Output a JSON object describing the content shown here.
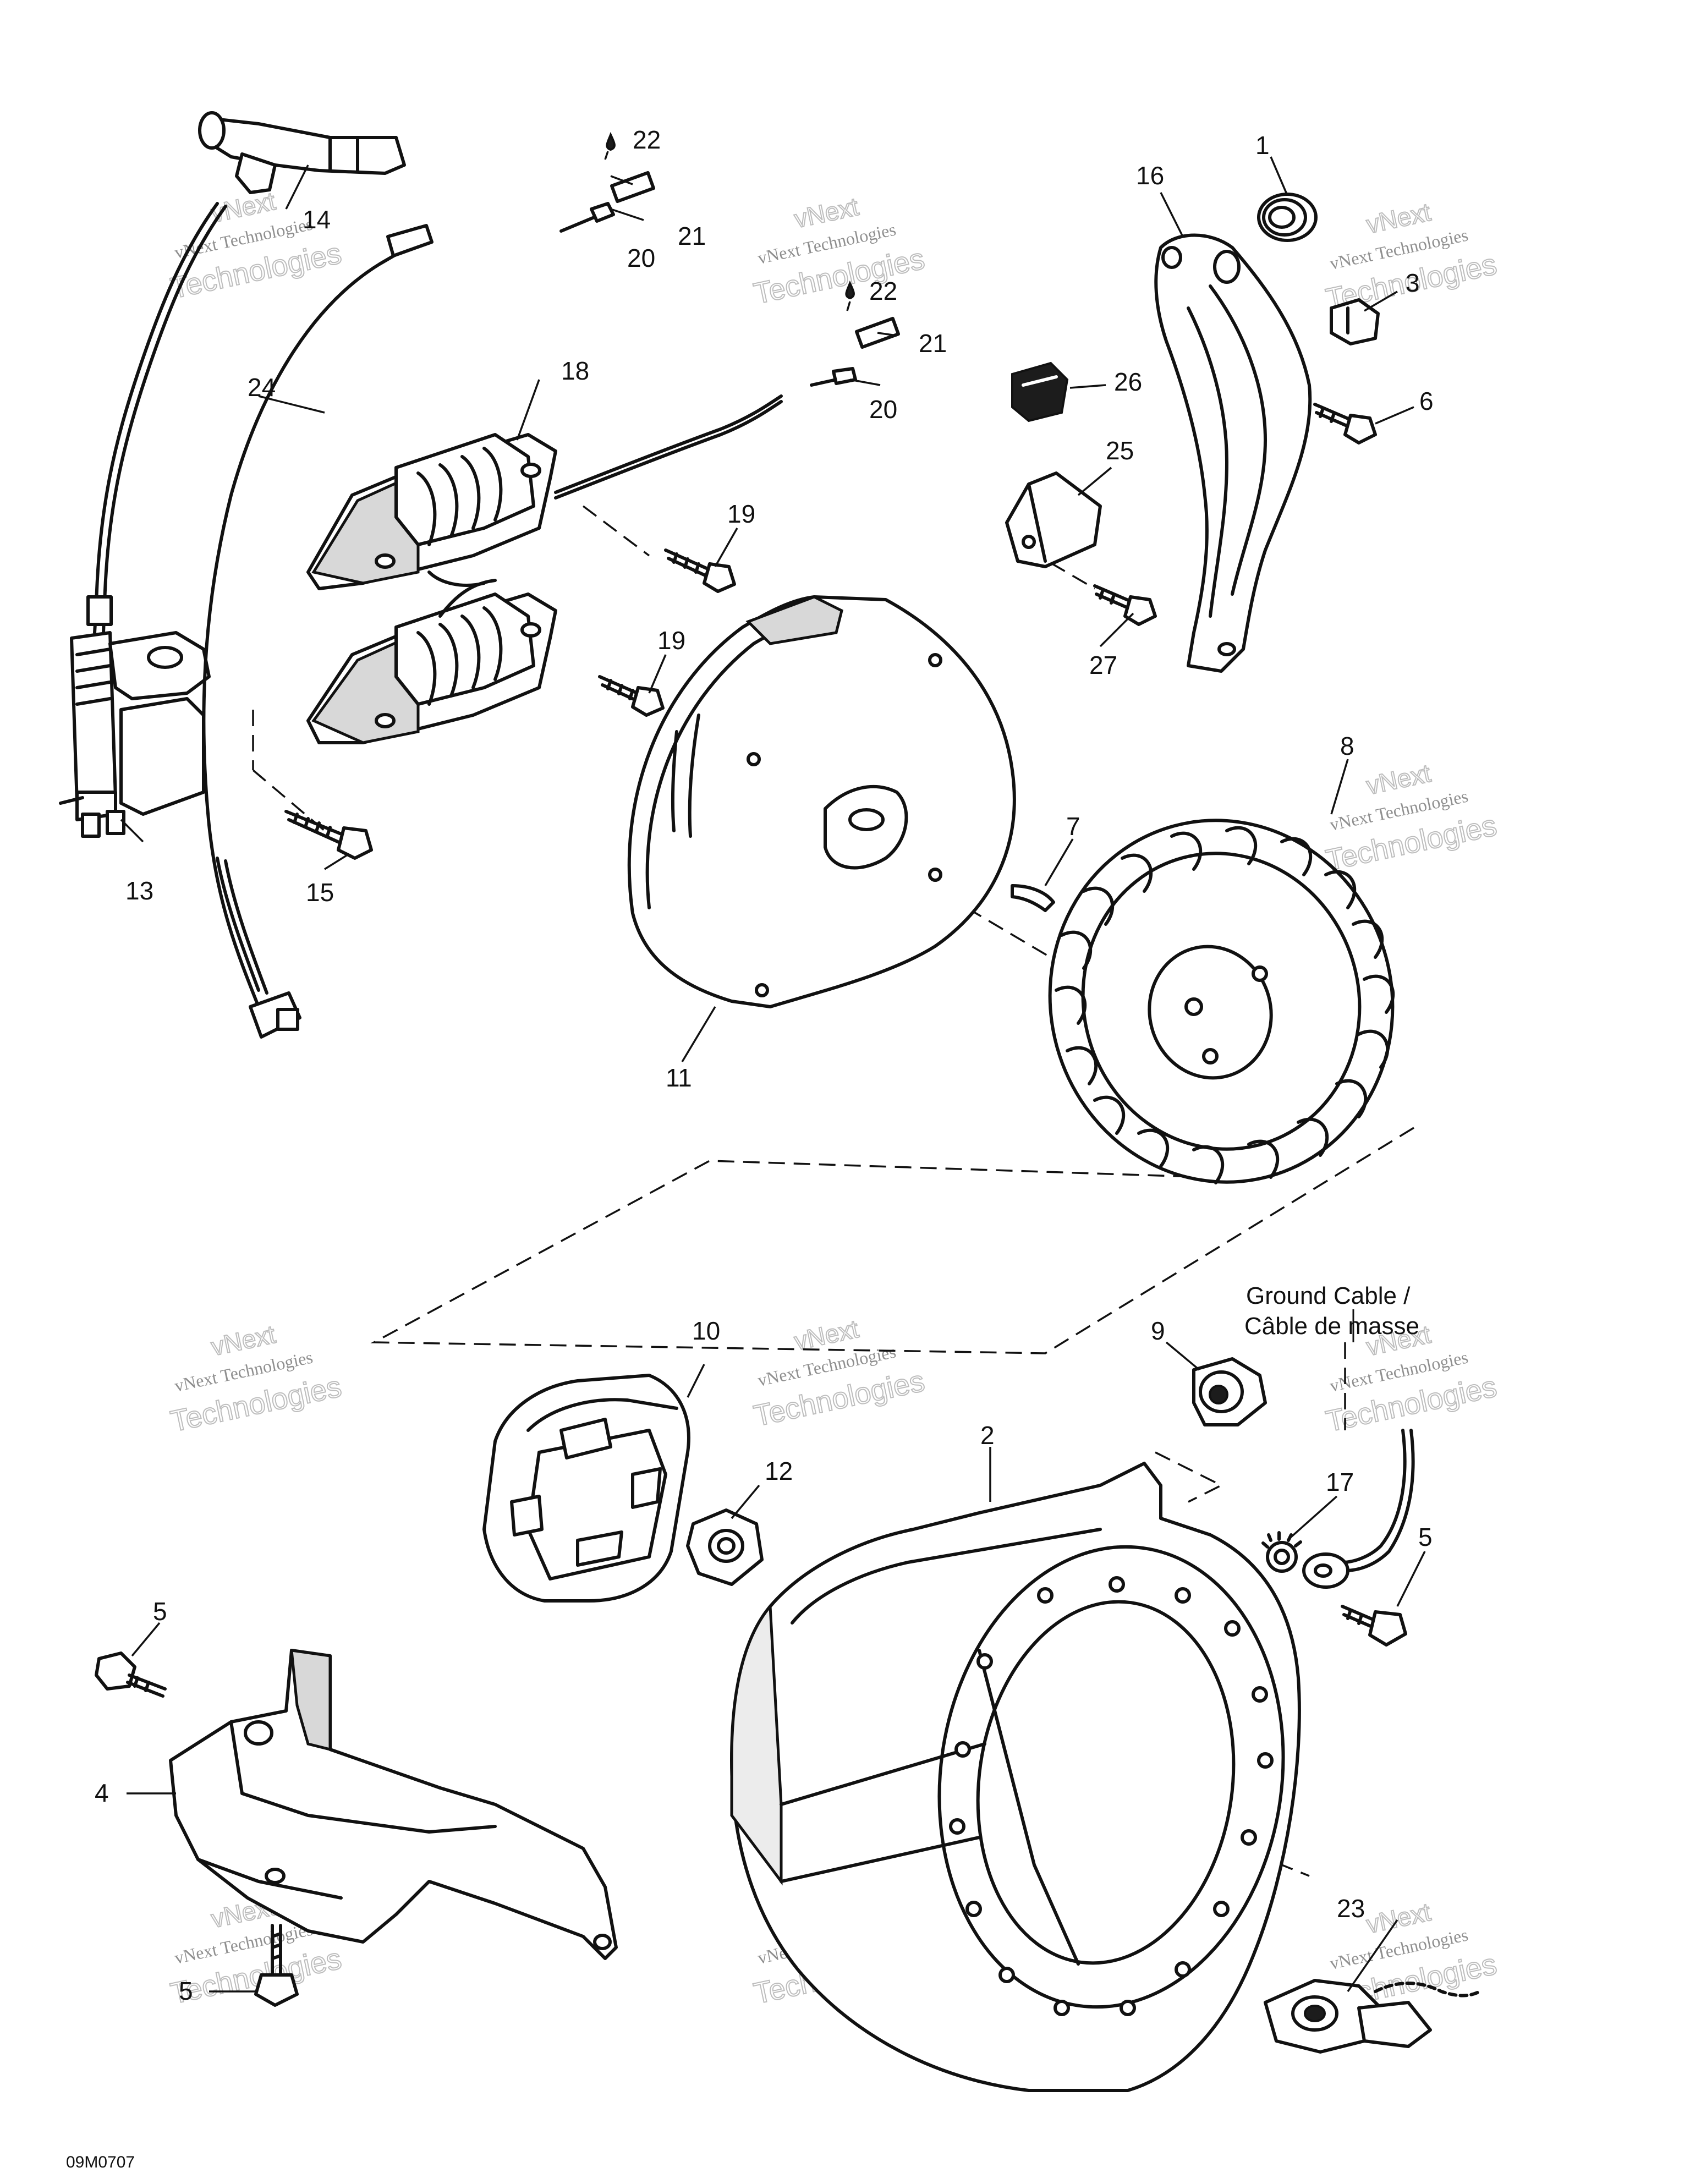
{
  "callouts": {
    "c1": "1",
    "c2": "2",
    "c3": "3",
    "c4": "4",
    "c5": "5",
    "c6": "6",
    "c7": "7",
    "c8": "8",
    "c9": "9",
    "c10": "10",
    "c11": "11",
    "c12": "12",
    "c13": "13",
    "c14": "14",
    "c15": "15",
    "c16": "16",
    "c17": "17",
    "c18": "18",
    "c19": "19",
    "c20": "20",
    "c21": "21",
    "c22": "22",
    "c23": "23",
    "c24": "24",
    "c25": "25",
    "c26": "26",
    "c27": "27"
  },
  "notes": {
    "ground_cable_en": "Ground Cable /",
    "ground_cable_fr": "Câble de masse"
  },
  "drawing_code": "09M0707",
  "watermark": {
    "line1": "vNext Technologies",
    "line2": "Technologies",
    "line3": "vNext"
  }
}
